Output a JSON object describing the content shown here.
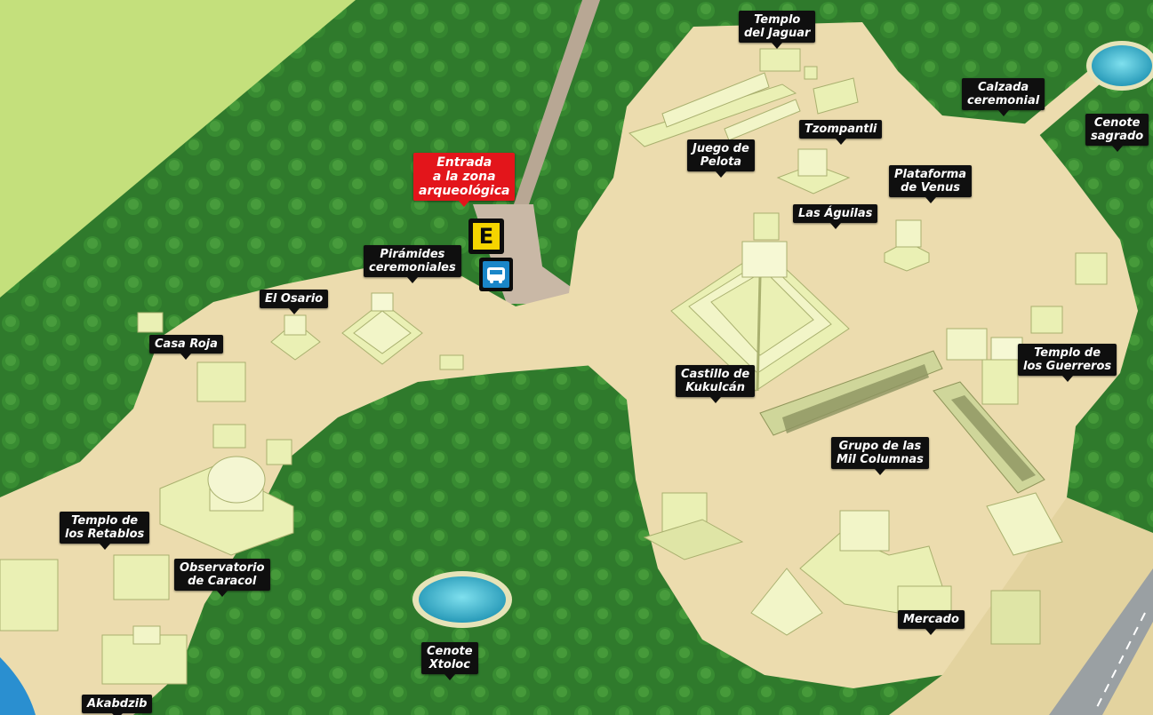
{
  "map": {
    "colors": {
      "jungle": "#2f7a2c",
      "grass": "#c4e07c",
      "ground": "#ecdcae",
      "structure": "#eaf0b4",
      "water": "#34aec6",
      "label_bg": "#0f0f0f",
      "entrance_bg": "#e3151b",
      "parking_sign": "#f5d400",
      "bus_sign": "#1a86c8"
    },
    "entrance": {
      "label": "Entrada\na la zona\narqueológica"
    },
    "parking_sign_letter": "E",
    "bus_icon": "bus-icon",
    "labels": {
      "templo_jaguar": "Templo\ndel Jaguar",
      "calzada": "Calzada\nceremonial",
      "cenote_sagrado": "Cenote\nsagrado",
      "juego_pelota": "Juego de\nPelota",
      "tzompantli": "Tzompantli",
      "plataforma_venus": "Plataforma\nde Venus",
      "las_aguilas": "Las Águilas",
      "piramides": "Pirámides\nceremoniales",
      "el_osario": "El Osario",
      "casa_roja": "Casa Roja",
      "castillo": "Castillo de\nKukulcán",
      "templo_guerreros": "Templo de\nlos Guerreros",
      "mil_columnas": "Grupo de las\nMil Columnas",
      "templo_retablos": "Templo de\nlos Retablos",
      "observatorio": "Observatorio\nde Caracol",
      "cenote_xtoloc": "Cenote\nXtoloc",
      "mercado": "Mercado",
      "akabdzib": "Akabdzib"
    }
  }
}
